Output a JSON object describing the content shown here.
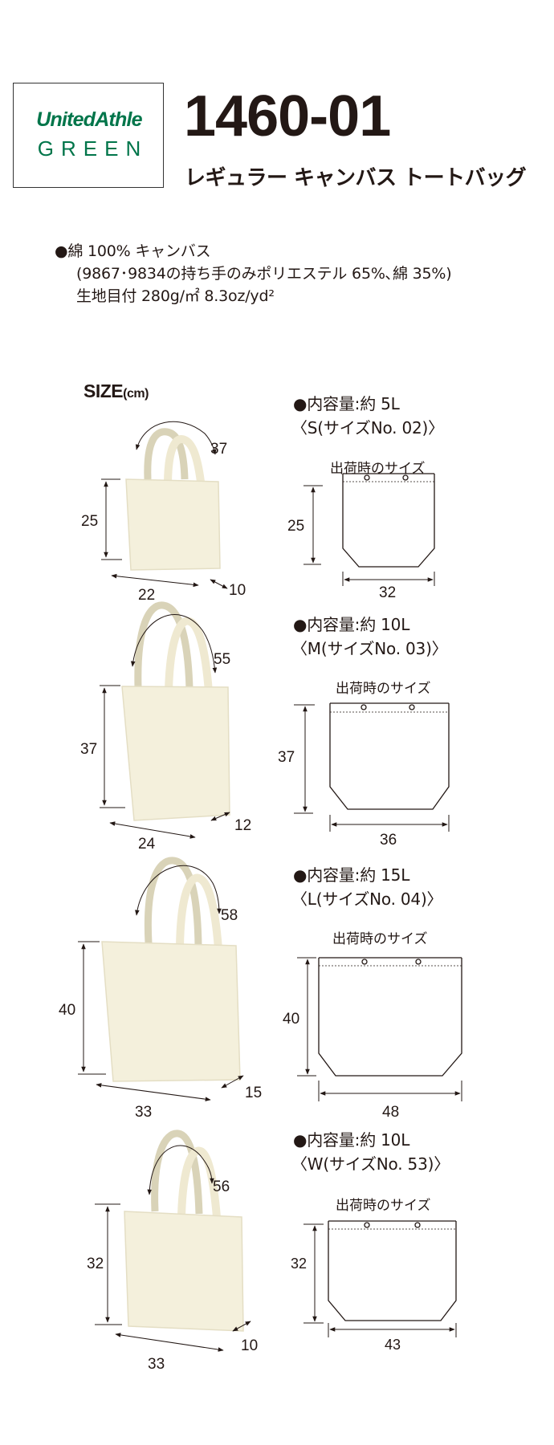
{
  "brand": {
    "line1": "UnitedAthle",
    "line2": "GREEN",
    "color": "#00754a"
  },
  "product": {
    "code": "1460-01",
    "name": "レギュラー キャンバス トートバッグ"
  },
  "specs": {
    "line1": "●綿 100% キャンバス",
    "line2": "(9867･9834の持ち手のみポリエステル 65%､綿 35%)",
    "line3": "生地目付 280g/㎡ 8.3oz/yd²"
  },
  "size_heading": {
    "label": "SIZE",
    "unit": "(cm)"
  },
  "ship_label": "出荷時のサイズ",
  "variants": [
    {
      "capacity": "●内容量:約 5L",
      "size_name": "〈S(サイズNo. 02)〉",
      "height": "25",
      "handle": "37",
      "width": "22",
      "depth": "10",
      "ship_height": "25",
      "ship_width": "32"
    },
    {
      "capacity": "●内容量:約 10L",
      "size_name": "〈M(サイズNo. 03)〉",
      "height": "37",
      "handle": "55",
      "width": "24",
      "depth": "12",
      "ship_height": "37",
      "ship_width": "36"
    },
    {
      "capacity": "●内容量:約 15L",
      "size_name": "〈L(サイズNo. 04)〉",
      "height": "40",
      "handle": "58",
      "width": "33",
      "depth": "15",
      "ship_height": "40",
      "ship_width": "48"
    },
    {
      "capacity": "●内容量:約 10L",
      "size_name": "〈W(サイズNo. 53)〉",
      "height": "32",
      "handle": "56",
      "width": "33",
      "depth": "10",
      "ship_height": "32",
      "ship_width": "43"
    }
  ],
  "colors": {
    "canvas": "#f4f0dc",
    "canvas_edge": "#e4dec4",
    "ink": "#231815"
  }
}
